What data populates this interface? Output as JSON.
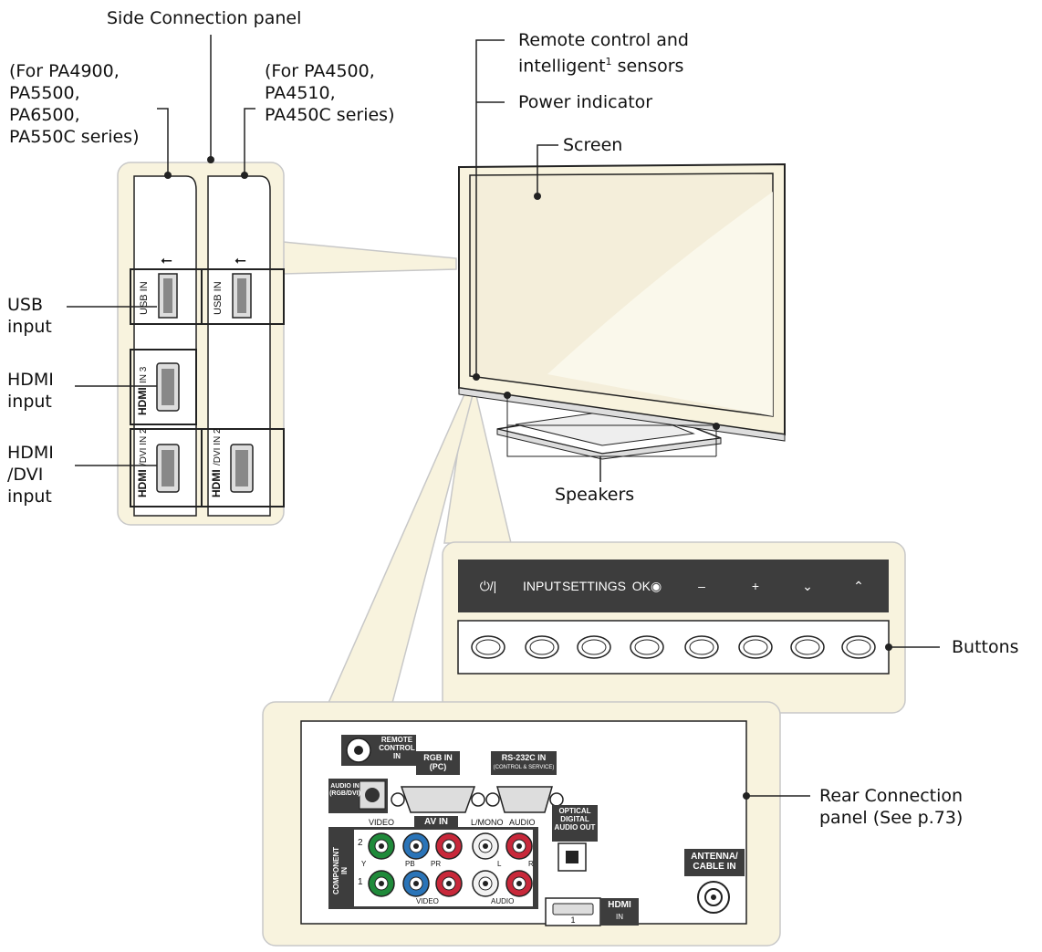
{
  "labels": {
    "side_panel": "Side Connection panel",
    "for_pa4900": "(For PA4900,\nPA5500,\nPA6500,\nPA550C series)",
    "for_pa4500": "(For PA4500,\nPA4510,\nPA450C series)",
    "remote_sensor_pre": "Remote control and\nintelligent",
    "remote_sensor_sup": "1",
    "remote_sensor_post": " sensors",
    "power_indicator": "Power indicator",
    "screen": "Screen",
    "usb_input": "USB\ninput",
    "hdmi_input": "HDMI\ninput",
    "hdmi_dvi_input": "HDMI\n/DVI\ninput",
    "speakers": "Speakers",
    "buttons": "Buttons",
    "rear_panel": "Rear Connection\npanel (See p.73)"
  },
  "side_ports": {
    "usb_in": "USB IN",
    "hdmi_in3": "IN 3",
    "hdmi_dvi_in2": "/DVI IN 2",
    "hdmi_logo": "HDMI"
  },
  "buttons_panel": {
    "power": "⏻/|",
    "input": "INPUT",
    "settings": "SETTINGS",
    "ok": "OK◉",
    "minus": "–",
    "plus": "+",
    "down": "⌄",
    "up": "⌃"
  },
  "rear_ports": {
    "remote_control_in": "REMOTE\nCONTROL\nIN",
    "rgb_in": "RGB IN\n(PC)",
    "rs232c_in": "RS-232C IN",
    "rs232c_sub": "(CONTROL & SERVICE)",
    "audio_in_rgb": "AUDIO IN\n(RGB/DVI)",
    "optical": "OPTICAL\nDIGITAL\nAUDIO OUT",
    "video": "VIDEO",
    "av_in": "AV IN",
    "l_mono": "L/MONO",
    "audio": "AUDIO",
    "component_in": "COMPONENT\nIN",
    "row2": "2",
    "row1": "1",
    "y": "Y",
    "pb": "PB",
    "pr": "PR",
    "l": "L",
    "r": "R",
    "video_bottom": "VIDEO",
    "audio_bottom": "AUDIO",
    "antenna": "ANTENNA/\nCABLE IN",
    "hdmi_in": "IN",
    "hdmi_num": "1",
    "hdmi_logo": "HDMI"
  },
  "colors": {
    "callout_fill": "#f8f3de",
    "callout_stroke": "#c8c8c8",
    "panel_dark": "#3d3d3d",
    "green": "#1f8a3a",
    "blue": "#2a74b8",
    "red": "#c8283a",
    "white_jack": "#f2f2f2"
  }
}
